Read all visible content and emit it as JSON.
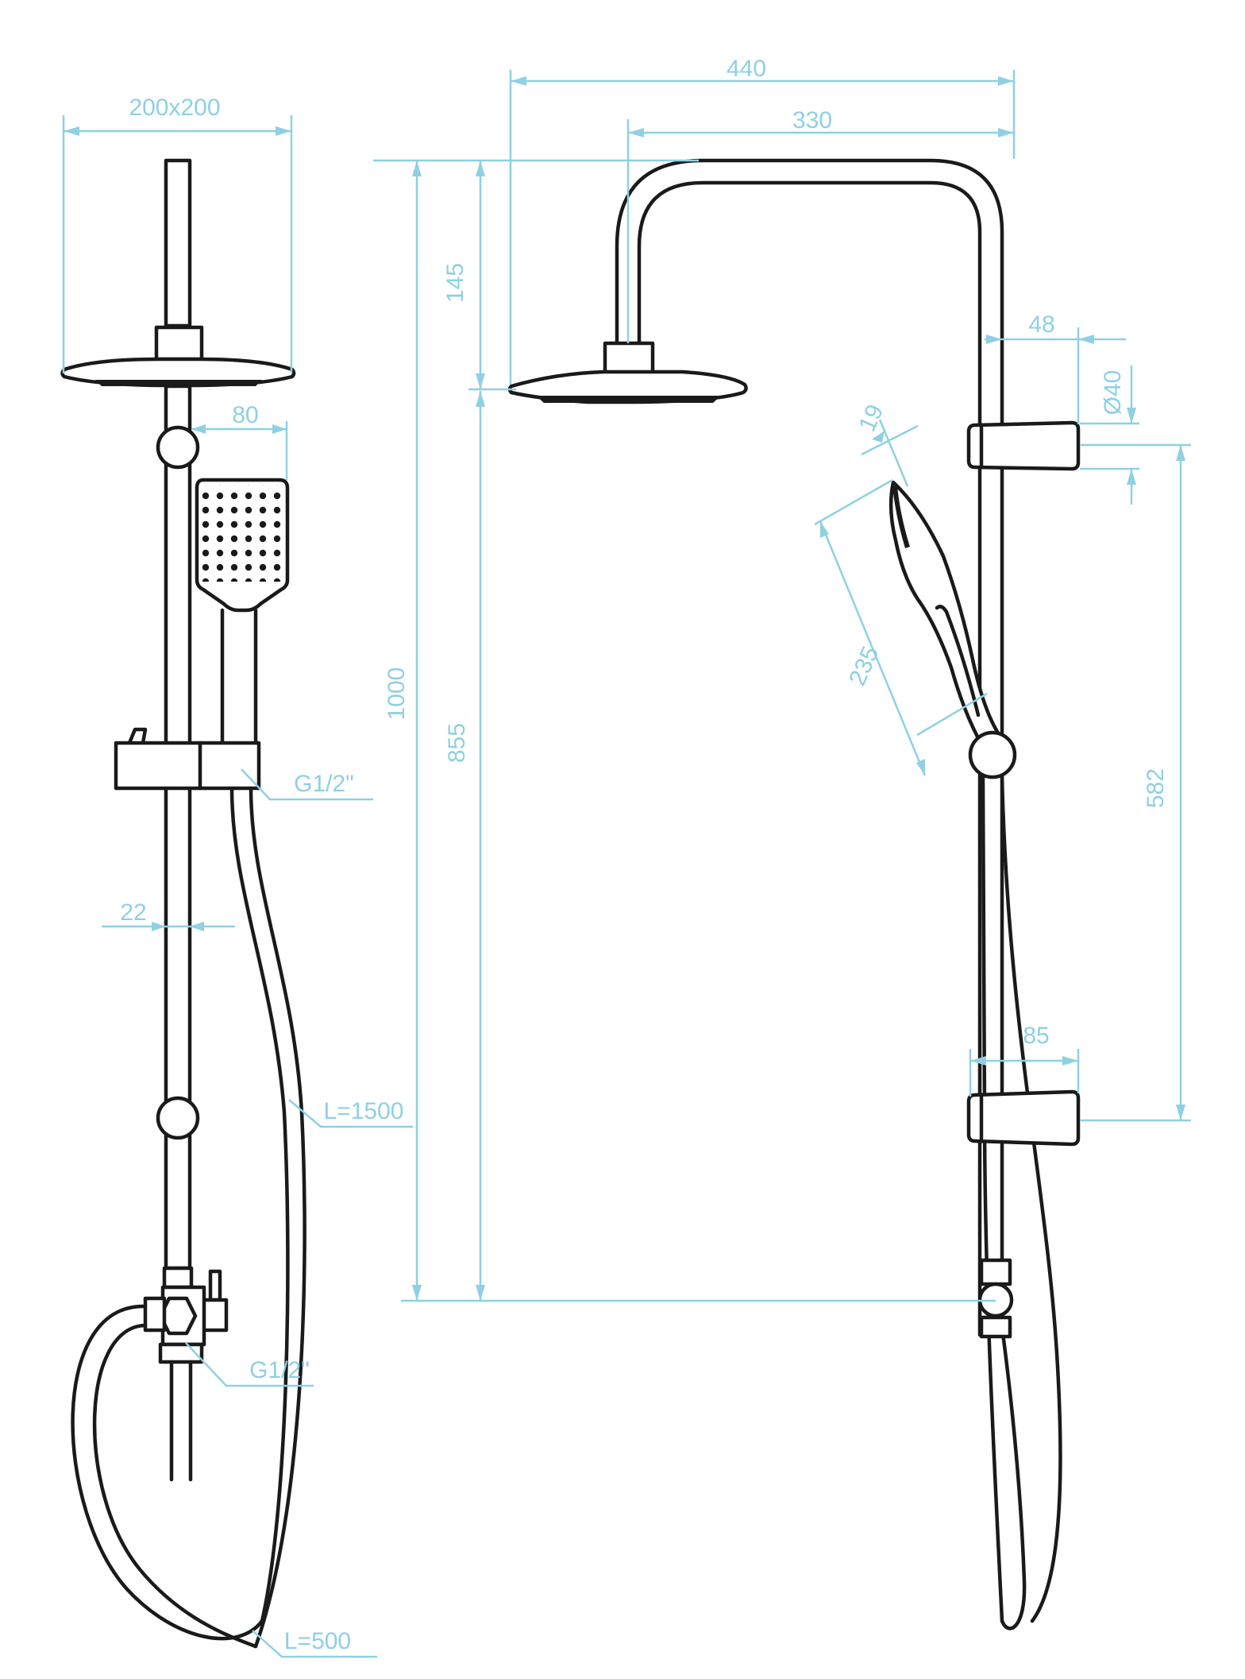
{
  "dimensions": {
    "head_size": "200x200",
    "arm_width_total": "440",
    "arm_width": "330",
    "head_drop": "145",
    "total_height": "1000",
    "height_lower": "855",
    "handset_width": "80",
    "rail_diameter": "22",
    "hose_long": "L=1500",
    "hose_short": "L=500",
    "thread_top": "G1/2\"",
    "thread_bottom": "G1/2\"",
    "handset_length": "235",
    "handset_thickness": "19",
    "bracket_depth": "48",
    "rail_outer": "Ø40",
    "holder_spacing": "582",
    "holder_depth": "85"
  },
  "colors": {
    "line": "#1a1a1a",
    "dimension": "#8fd0e3"
  }
}
